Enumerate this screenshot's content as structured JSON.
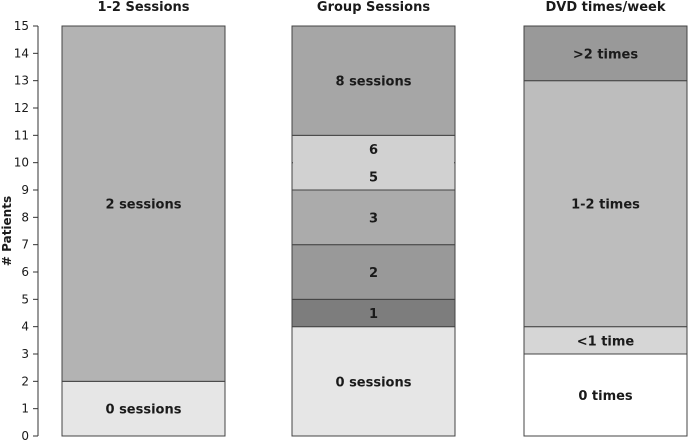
{
  "chart_data": {
    "type": "bar",
    "stacked": true,
    "ylabel": "# Patients",
    "ylim": [
      0,
      15
    ],
    "yticks": [
      0,
      1,
      2,
      3,
      4,
      5,
      6,
      7,
      8,
      9,
      10,
      11,
      12,
      13,
      14,
      15
    ],
    "grid": false,
    "legend": "none",
    "bars": [
      {
        "title": "1-2 Sessions",
        "segments": [
          {
            "label": "0 sessions",
            "from": 0,
            "to": 2,
            "color": "#e6e6e6"
          },
          {
            "label": "2 sessions",
            "from": 2,
            "to": 15,
            "color": "#b3b3b3"
          }
        ]
      },
      {
        "title": "Group Sessions",
        "segments": [
          {
            "label": "0 sessions",
            "from": 0,
            "to": 4,
            "color": "#e6e6e6"
          },
          {
            "label": "1",
            "from": 4,
            "to": 5,
            "color": "#7d7d7d"
          },
          {
            "label": "2",
            "from": 5,
            "to": 7,
            "color": "#999999"
          },
          {
            "label": "3",
            "from": 7,
            "to": 9,
            "color": "#ababab"
          },
          {
            "label": "5",
            "from": 9,
            "to": 10,
            "color": "#d1d1d1"
          },
          {
            "label": "6",
            "from": 10,
            "to": 11,
            "color": "#d1d1d1"
          },
          {
            "label": "8 sessions",
            "from": 11,
            "to": 15,
            "color": "#a6a6a6"
          }
        ]
      },
      {
        "title": "DVD times/week",
        "segments": [
          {
            "label": "0 times",
            "from": 0,
            "to": 3,
            "color": "#ffffff"
          },
          {
            "label": "<1 time",
            "from": 3,
            "to": 4,
            "color": "#d6d6d6"
          },
          {
            "label": "1-2 times",
            "from": 4,
            "to": 13,
            "color": "#bdbdbd"
          },
          {
            "label": ">2 times",
            "from": 13,
            "to": 15,
            "color": "#999999"
          }
        ]
      }
    ]
  }
}
